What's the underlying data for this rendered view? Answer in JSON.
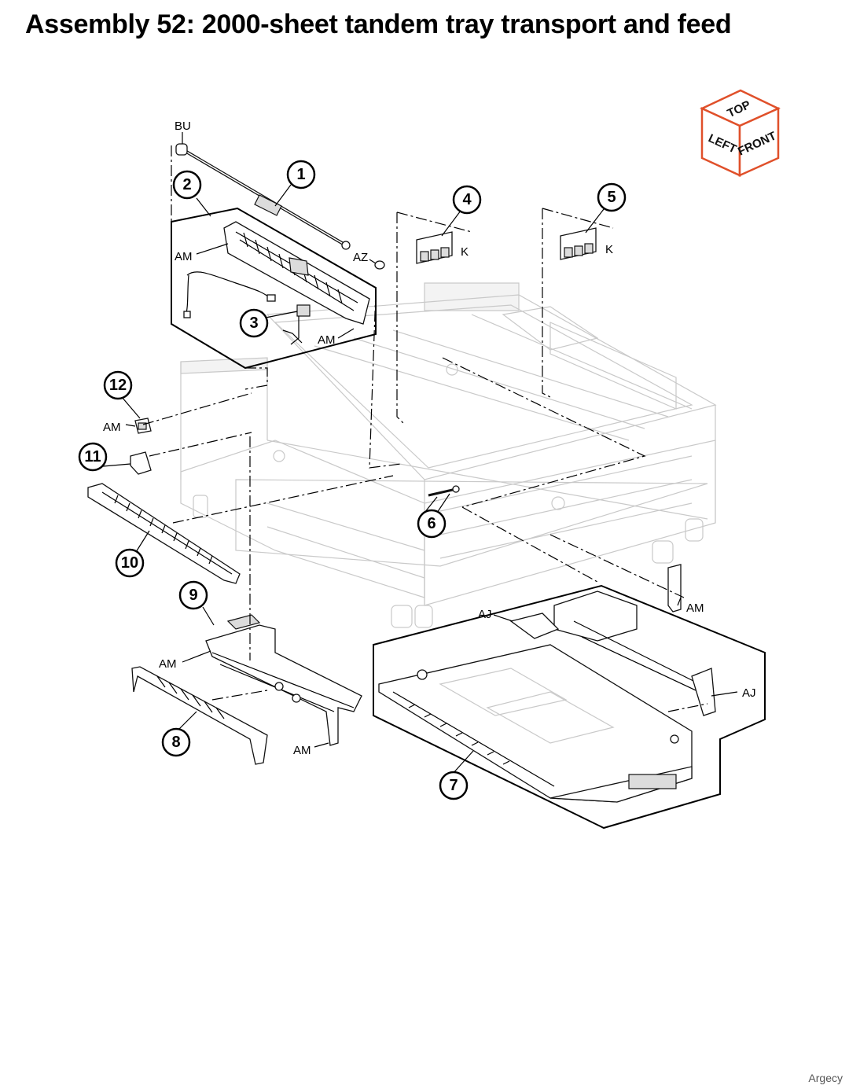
{
  "title": "Assembly 52: 2000-sheet tandem tray transport and feed",
  "watermark": "Argecy",
  "orientation_cube": {
    "top": "TOP",
    "left": "LEFT",
    "front": "FRONT",
    "edge_color": "#e0502a"
  },
  "callouts": [
    "1",
    "2",
    "3",
    "4",
    "5",
    "6",
    "7",
    "8",
    "9",
    "10",
    "11",
    "12"
  ],
  "labels": {
    "bu": "BU",
    "az": "AZ",
    "k1": "K",
    "k2": "K",
    "am_part2_top": "AM",
    "am_part2_bottom": "AM",
    "am_part12": "AM",
    "am_right": "AM",
    "aj_top": "AJ",
    "aj_right": "AJ",
    "am_part9": "AM",
    "am_part8": "AM"
  }
}
